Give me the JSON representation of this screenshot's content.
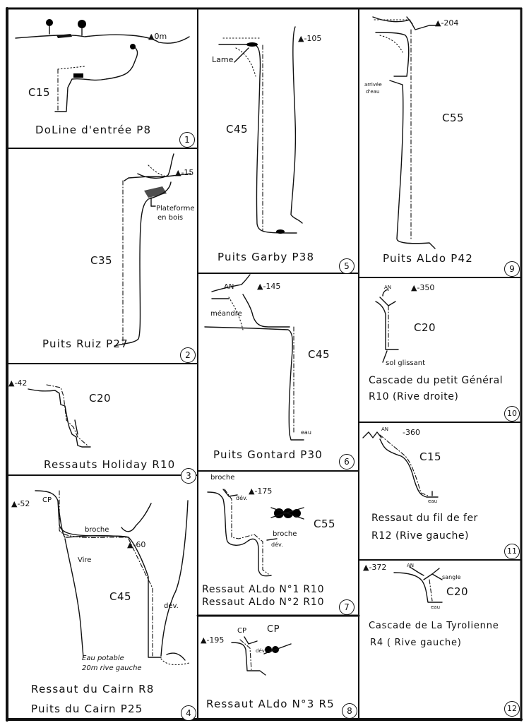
{
  "page": {
    "accent_color": "#111111",
    "background_color": "#ffffff"
  },
  "panels": [
    {
      "number": "1",
      "title": "DoLine d'entrée   P8",
      "altitude": "▲0m",
      "rope": "C15",
      "notes": []
    },
    {
      "number": "2",
      "title": "Puits  Ruiz     P27",
      "altitude": "▲-15",
      "rope": "C35",
      "notes": [
        "Plateforme",
        "en bois"
      ]
    },
    {
      "number": "3",
      "title": "Ressauts  Holiday  R10",
      "altitude": "▲-42",
      "rope": "C20",
      "notes": []
    },
    {
      "number": "4",
      "title": "Ressaut  du  Cairn   R8",
      "subtitle": "Puits  du  Cairn    P25",
      "altitude": "▲-52",
      "altitude2": "▲-60",
      "rope": "C45",
      "notes": [
        "CP",
        "broche",
        "Vire",
        "dév.",
        "Eau potable",
        "20m rive gauche"
      ]
    },
    {
      "number": "5",
      "title": "Puits  Garby    P38",
      "altitude": "▲-105",
      "rope": "C45",
      "notes": [
        "Lame"
      ]
    },
    {
      "number": "6",
      "title": "Puits  Gontard    P30",
      "altitude": "▲-145",
      "rope": "C45",
      "notes": [
        "AN",
        "méandre",
        "eau"
      ]
    },
    {
      "number": "7",
      "title": "Ressaut  ALdo  N°1    R10",
      "subtitle": "Ressaut  ALdo  N°2    R10",
      "altitude": "▲-175",
      "rope": "C55",
      "notes": [
        "broche",
        "dév.",
        "broche",
        "dév."
      ]
    },
    {
      "number": "8",
      "title": "Ressaut  ALdo  N°3   R5",
      "altitude": "▲-195",
      "rope": "CP",
      "notes": [
        "CP",
        "dév."
      ]
    },
    {
      "number": "9",
      "title": "Puits  ALdo    P42",
      "altitude": "▲-204",
      "rope": "C55",
      "notes": [
        "arrivée",
        "d'eau"
      ]
    },
    {
      "number": "10",
      "title": "Cascade du petit Général",
      "subtitle": "R10  (Rive  droite)",
      "altitude": "▲-350",
      "rope": "C20",
      "notes": [
        "AN",
        "sol glissant"
      ]
    },
    {
      "number": "11",
      "title": "Ressaut du fil de fer",
      "subtitle": "R12   (Rive  gauche)",
      "altitude": "-360",
      "rope": "C15",
      "notes": [
        "AN",
        "eau"
      ]
    },
    {
      "number": "12",
      "title": "Cascade  de  La  Tyrolienne",
      "subtitle": "R4  ( Rive   gauche)",
      "altitude": "▲-372",
      "rope": "C20",
      "notes": [
        "AN",
        "sangle",
        "eau"
      ]
    }
  ]
}
